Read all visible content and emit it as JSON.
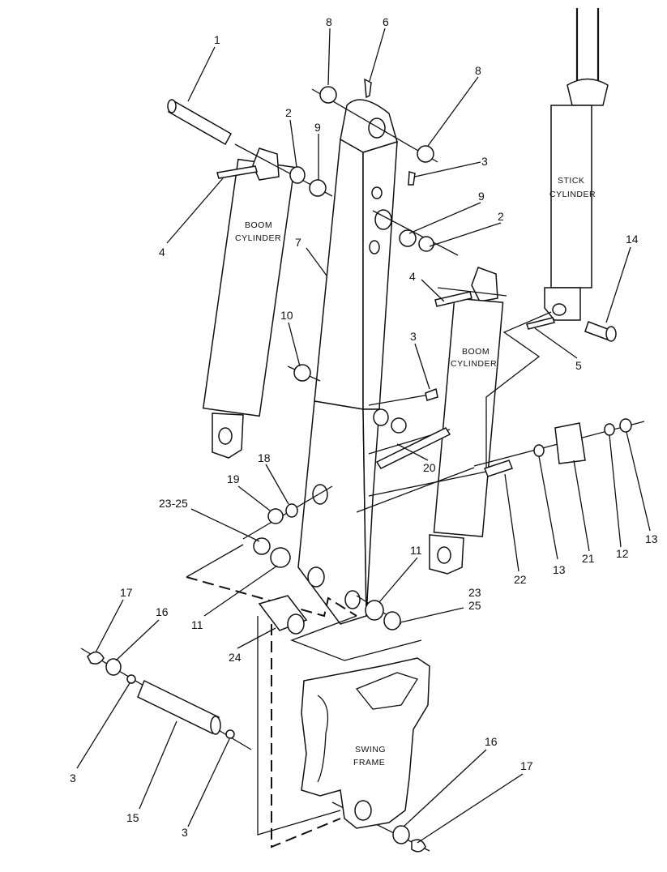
{
  "labels": {
    "boom_cylinder_left": [
      "BOOM",
      "CYLINDER"
    ],
    "boom_cylinder_right": [
      "BOOM",
      "CYLINDER"
    ],
    "stick_cylinder": [
      "STICK",
      "CYLINDER"
    ],
    "swing_frame": [
      "SWING",
      "FRAME"
    ]
  },
  "callouts": {
    "c1": "1",
    "c2a": "2",
    "c2b": "2",
    "c3a": "3",
    "c3b": "3",
    "c3c": "3",
    "c3d": "3",
    "c4a": "4",
    "c4b": "4",
    "c5": "5",
    "c6": "6",
    "c7": "7",
    "c8a": "8",
    "c8b": "8",
    "c9a": "9",
    "c9b": "9",
    "c10": "10",
    "c11a": "11",
    "c11b": "11",
    "c12": "12",
    "c13a": "13",
    "c13b": "13",
    "c14": "14",
    "c15": "15",
    "c16a": "16",
    "c16b": "16",
    "c17a": "17",
    "c17b": "17",
    "c18": "18",
    "c19": "19",
    "c20": "20",
    "c21": "21",
    "c22": "22",
    "c23_25": "23-25",
    "c23": "23",
    "c24": "24",
    "c25": "25"
  }
}
